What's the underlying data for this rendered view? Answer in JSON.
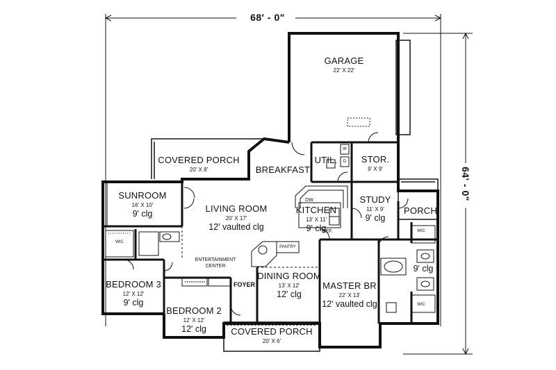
{
  "overall": {
    "width": "68' - 0\"",
    "depth": "64' - 0\""
  },
  "rooms": {
    "garage": {
      "name": "GARAGE",
      "dim": "22' X 22'"
    },
    "covered_porch_rear": {
      "name": "COVERED PORCH",
      "dim": "20' X 8'"
    },
    "breakfast": {
      "name": "BREAKFAST"
    },
    "util": {
      "name": "UTIL."
    },
    "stor": {
      "name": "STOR.",
      "dim": "9' X 9'"
    },
    "sunroom": {
      "name": "SUNROOM",
      "dim": "16' X 10'",
      "clg": "9' clg"
    },
    "living": {
      "name": "LIVING ROOM",
      "dim": "20' X 17'",
      "clg": "12' vaulted clg"
    },
    "kitchen": {
      "name": "KITCHEN",
      "dim": "13' X 11'",
      "clg": "9' clg"
    },
    "study": {
      "name": "STUDY",
      "dim": "11' X 9'",
      "clg": "9' clg"
    },
    "porch": {
      "name": "PORCH"
    },
    "bedroom3": {
      "name": "BEDROOM 3",
      "dim": "12' X 12'",
      "clg": "9' clg"
    },
    "bedroom2": {
      "name": "BEDROOM 2",
      "dim": "12' X 12'",
      "clg": "12' clg"
    },
    "dining": {
      "name": "DINING ROOM",
      "dim": "13' X 12'",
      "clg": "12' clg"
    },
    "master": {
      "name": "MASTER BR",
      "dim": "22' X 13'",
      "clg": "12' vaulted clg"
    },
    "covered_porch_front": {
      "name": "COVERED PORCH",
      "dim": "20' X 6'"
    },
    "master_bath": {
      "clg": "9' clg"
    }
  },
  "labels": {
    "foyer": "FOYER",
    "pantry": "PANTRY",
    "entertainment_1": "ENTERTAINMENT",
    "entertainment_2": "CENTER",
    "wic": "WIC",
    "dw": "DW",
    "ref": "REF.",
    "w": "W",
    "d": "D"
  },
  "colors": {
    "wall": "#111111",
    "background": "#ffffff"
  }
}
